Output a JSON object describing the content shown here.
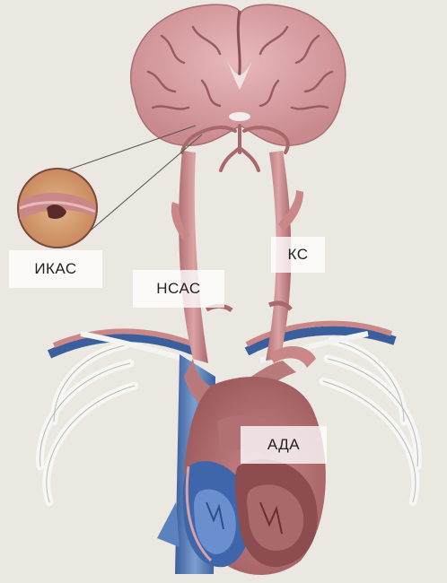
{
  "labels": {
    "ikas": "ИКАС",
    "nsas": "НСАС",
    "ks": "КС",
    "ada": "АДА"
  },
  "colors": {
    "background": "#ebe7e1",
    "brain": "#d9a3a6",
    "artery": "#c98788",
    "vein": "#4a72b0",
    "heart": "#b57375",
    "ribs": "#f4f4f2",
    "plaque": "#5a2b2b"
  }
}
